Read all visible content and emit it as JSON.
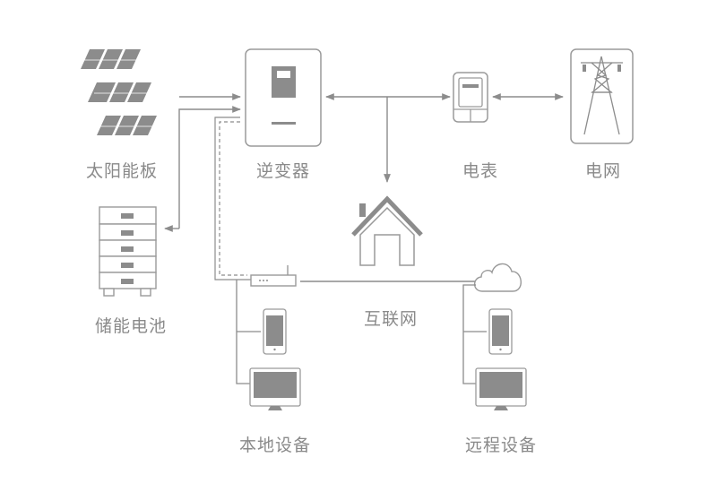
{
  "labels": {
    "solar": "太阳能板",
    "inverter": "逆变器",
    "meter": "电表",
    "grid": "电网",
    "battery": "储能电池",
    "internet": "互联网",
    "local_devices": "本地设备",
    "remote_devices": "远程设备"
  },
  "colors": {
    "line": "#8c8c8c",
    "fill": "#8c8c8c",
    "outline": "#9a9a9a",
    "text": "#8a8a8a",
    "background": "#ffffff"
  },
  "connections": [
    {
      "from": "solar",
      "to": "inverter",
      "style": "solid",
      "arrow": "end"
    },
    {
      "from": "inverter",
      "to": "battery",
      "style": "solid",
      "arrow": "both"
    },
    {
      "from": "inverter",
      "to": "router",
      "style": "dashed",
      "arrow": "none"
    },
    {
      "from": "inverter",
      "to": "meter",
      "style": "solid",
      "arrow": "both"
    },
    {
      "from": "inverter",
      "to": "house",
      "style": "solid",
      "arrow": "end"
    },
    {
      "from": "meter",
      "to": "grid",
      "style": "solid",
      "arrow": "both"
    },
    {
      "from": "router",
      "to": "cloud",
      "style": "solid",
      "arrow": "none"
    },
    {
      "from": "router",
      "to": "local_devices",
      "style": "solid",
      "arrow": "none"
    },
    {
      "from": "cloud",
      "to": "remote_devices",
      "style": "solid",
      "arrow": "none"
    }
  ]
}
